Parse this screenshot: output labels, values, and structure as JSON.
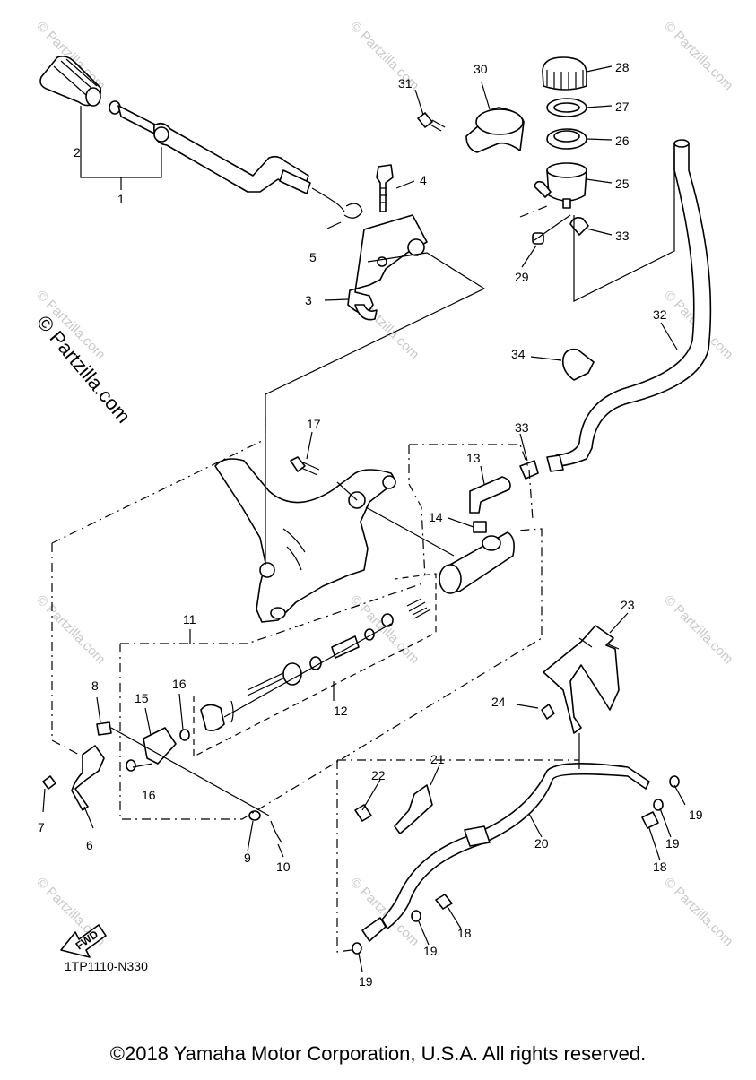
{
  "drawing_code": "1TP1110-N330",
  "copyright": "©2018 Yamaha Motor Corporation, U.S.A. All rights reserved.",
  "watermark_big": "© Partzilla.com",
  "watermark_small": "© Partzilla.com",
  "fwd_label": "FWD",
  "part_callouts": [
    "1",
    "2",
    "3",
    "4",
    "5",
    "6",
    "7",
    "8",
    "9",
    "10",
    "11",
    "12",
    "13",
    "14",
    "15",
    "16",
    "16",
    "17",
    "18",
    "18",
    "19",
    "19",
    "19",
    "19",
    "20",
    "21",
    "22",
    "23",
    "24",
    "25",
    "26",
    "27",
    "28",
    "29",
    "30",
    "31",
    "32",
    "33",
    "33",
    "34"
  ]
}
